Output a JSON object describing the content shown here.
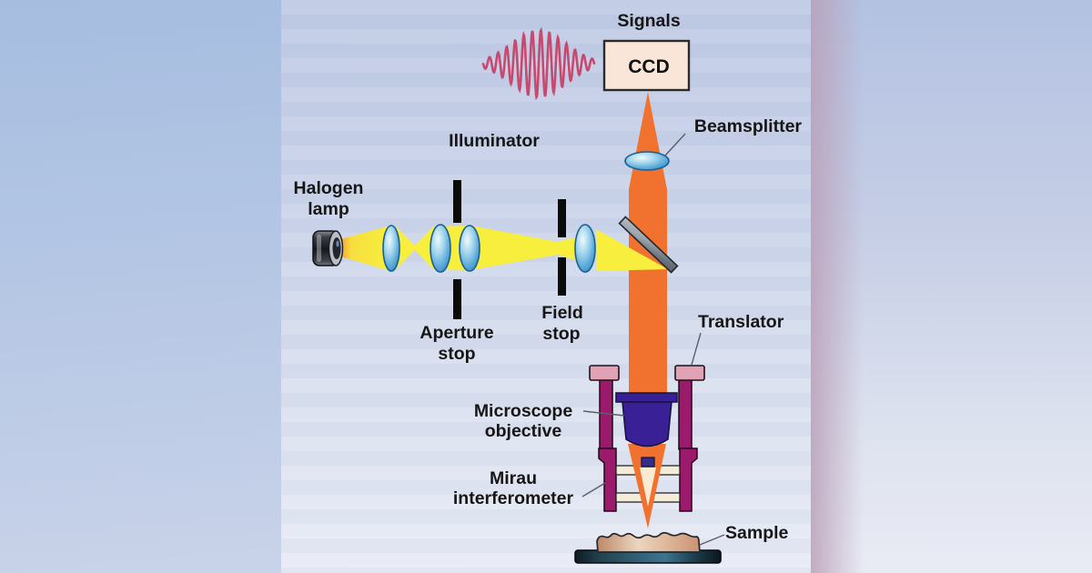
{
  "diagram": {
    "title_labels": {
      "signals": "Signals",
      "ccd": "CCD",
      "beamsplitter": "Beamsplitter",
      "illuminator": "Illuminator",
      "halogen": {
        "line1": "Halogen",
        "line2": "lamp"
      },
      "aperture": {
        "line1": "Aperture",
        "line2": "stop"
      },
      "field": {
        "line1": "Field",
        "line2": "stop"
      },
      "translator": "Translator",
      "objective": {
        "line1": "Microscope",
        "line2": "objective"
      },
      "mirau": {
        "line1": "Mirau",
        "line2": "interferometer"
      },
      "sample": "Sample"
    },
    "colors": {
      "beam_orange": "#f1712f",
      "beam_yellow": "#f8ee3e",
      "beam_pale_core": "#f9ecd2",
      "wave_pink": "#c8496e",
      "lens_stroke": "#1b5f93",
      "frame_magenta": "#9b1a6b",
      "cap_pink": "#e2a2b6",
      "objective_indigo": "#3a2097",
      "plate_cream": "#f3ecd9",
      "mirror_navy": "#312e8c",
      "ccd_fill": "#f9e6d9",
      "stop_black": "#0a0a0a"
    }
  }
}
